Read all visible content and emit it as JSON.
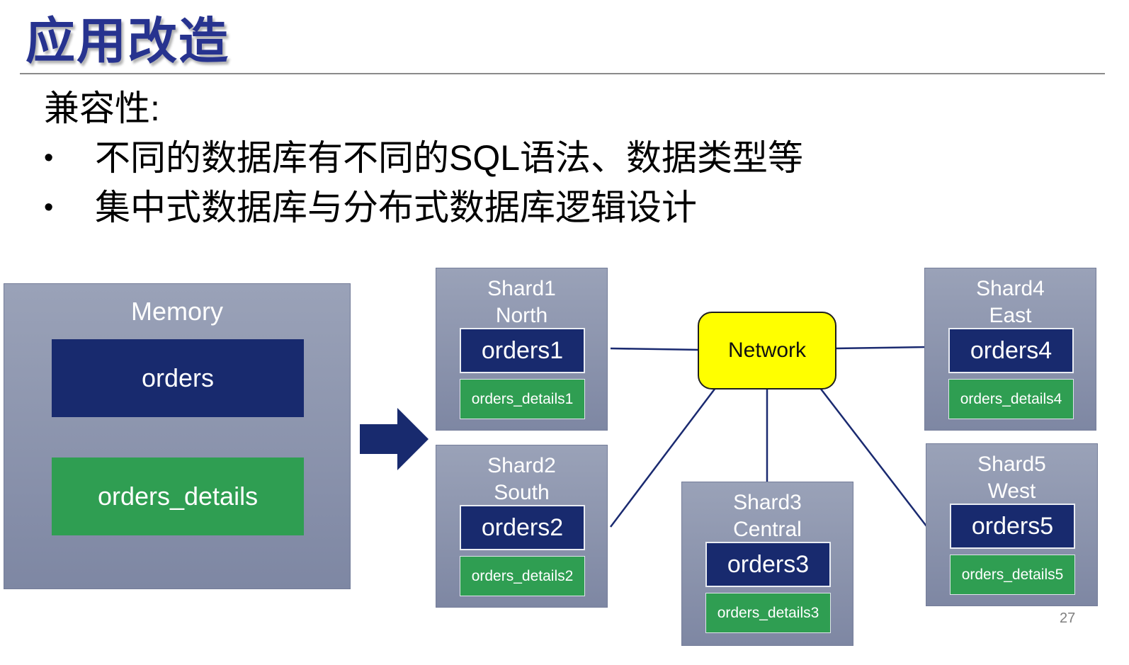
{
  "slide": {
    "title": "应用改造",
    "heading": "兼容性:",
    "bullets": [
      "不同的数据库有不同的SQL语法、数据类型等",
      "集中式数据库与分布式数据库逻辑设计"
    ],
    "page_number": "27"
  },
  "diagram": {
    "memory": {
      "label": "Memory",
      "orders_table": "orders",
      "details_table": "orders_details"
    },
    "network_label": "Network",
    "shards": [
      {
        "name": "Shard1",
        "region": "North",
        "orders_table": "orders1",
        "details_table": "orders_details1"
      },
      {
        "name": "Shard2",
        "region": "South",
        "orders_table": "orders2",
        "details_table": "orders_details2"
      },
      {
        "name": "Shard3",
        "region": "Central",
        "orders_table": "orders3",
        "details_table": "orders_details3"
      },
      {
        "name": "Shard4",
        "region": "East",
        "orders_table": "orders4",
        "details_table": "orders_details4"
      },
      {
        "name": "Shard5",
        "region": "West",
        "orders_table": "orders5",
        "details_table": "orders_details5"
      }
    ],
    "colors": {
      "title_blue": "#27338f",
      "navy": "#182a6e",
      "green": "#2f9e52",
      "panel_gray": "#8b93ae",
      "network_yellow": "#ffff00",
      "connector": "#1a2a70"
    }
  }
}
